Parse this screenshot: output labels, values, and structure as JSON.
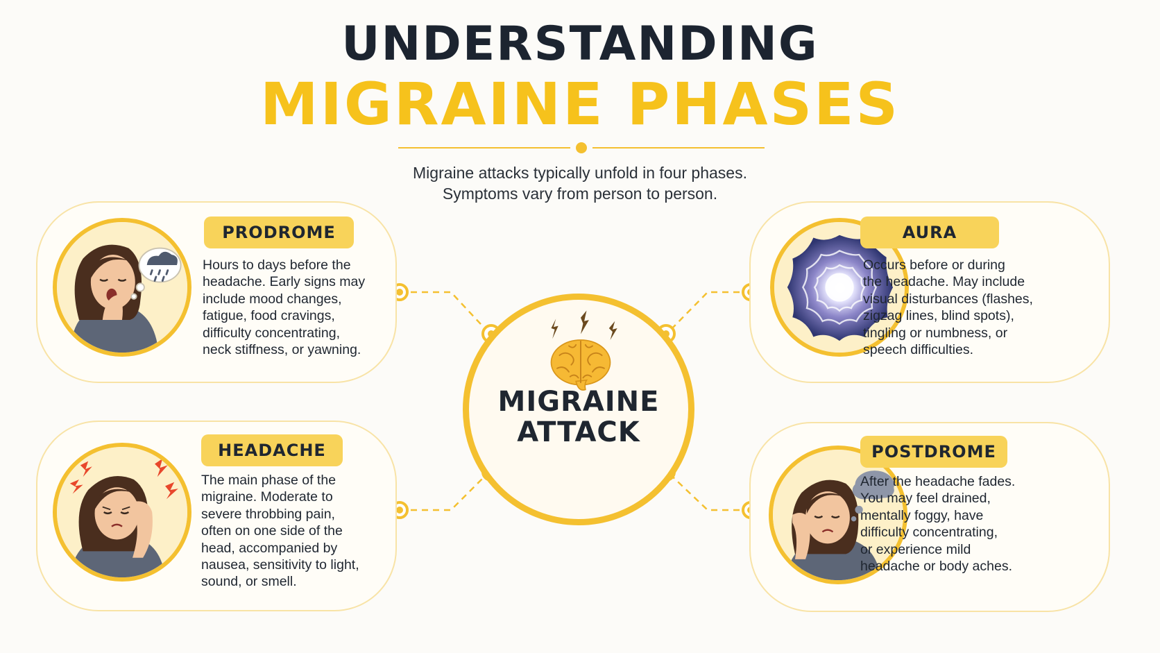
{
  "title": {
    "line1": "UNDERSTANDING",
    "line2": "MIGRAINE PHASES"
  },
  "subtitle": {
    "line1": "Migraine attacks typically unfold in four phases.",
    "line2": "Symptoms vary from person to person."
  },
  "center": {
    "line1": "MIGRAINE",
    "line2": "ATTACK",
    "icon": "brain-icon"
  },
  "phases": [
    {
      "label": "PRODROME",
      "icon": "yawning-woman-icon",
      "text_lines": [
        "Hours to days before the",
        "headache. Early signs may",
        "include mood changes,",
        "fatigue, food cravings,",
        "difficulty concentrating,",
        "neck stiffness, or yawning."
      ]
    },
    {
      "label": "AURA",
      "icon": "visual-aura-icon",
      "text_lines": [
        "Occurs before or during",
        "the headache. May include",
        "visual disturbances (flashes,",
        "zigzag lines, blind spots),",
        "tingling or numbness, or",
        "speech difficulties."
      ]
    },
    {
      "label": "HEADACHE",
      "icon": "pained-woman-icon",
      "text_lines": [
        "The main phase of the",
        "migraine. Moderate to",
        "severe throbbing pain,",
        "often on one side of the",
        "head, accompanied by",
        "nausea, sensitivity to light,",
        "sound, or smell."
      ]
    },
    {
      "label": "POSTDROME",
      "icon": "tired-woman-icon",
      "text_lines": [
        "After the headache fades.",
        "You may feel drained,",
        "mentally foggy, have",
        "difficulty concentrating,",
        "or experience mild",
        "headache or body aches."
      ]
    }
  ],
  "colors": {
    "accent": "#f4c030",
    "label_bg": "#f8d35a",
    "text": "#1f2630",
    "card_border": "#f8e3a6"
  }
}
